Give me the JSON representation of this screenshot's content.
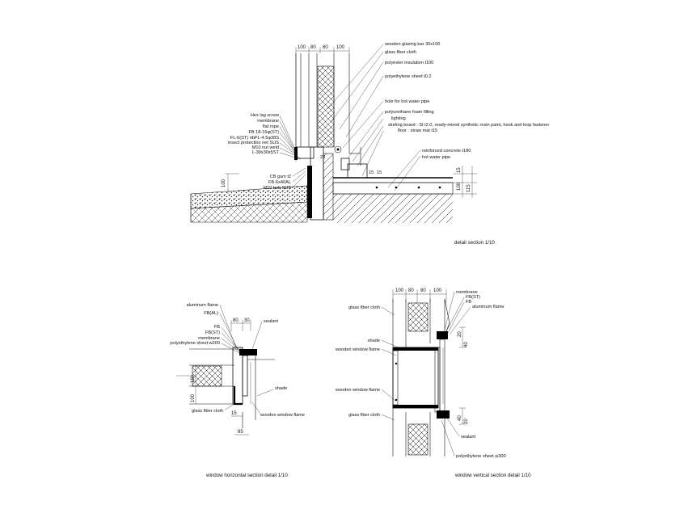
{
  "detail_section": {
    "caption": "detail section 1/10",
    "dims_top": [
      "100",
      "80",
      "80",
      "100"
    ],
    "dims_right": [
      "15",
      "100",
      "115"
    ],
    "dim_left": "100",
    "dims_small": [
      "20",
      "15",
      "15"
    ],
    "labels_right": [
      "wooden glazing bar 30x100",
      "glass fiber cloth",
      "polyester insulation t100",
      "polyethylene sheet t0.2",
      "hole for hot water pipe",
      "polyurethane foam filling",
      "lighting",
      "skirting board : St t2.0, ready-mixed synthetic resin paint, hook and loop fastener",
      "floor : straw mat t15",
      "reinforced concrete t180",
      "hot water pipe"
    ],
    "labels_left": [
      "Hex lag screw",
      "membrane",
      "flat rope",
      "FB 18-16φ(ST)",
      "FL-6(ST) ribPL-4.5φ38S",
      "insect protection net SUS",
      "M10 nut weld",
      "L-30x30x5ST"
    ],
    "labels_lower": [
      "CB gum t2",
      "FB-6x40AL",
      "M10 bolt SUS"
    ]
  },
  "horizontal_section": {
    "caption": "window horizontal section detail 1/10",
    "labels_left": [
      "aluminum flame",
      "FB(AL)",
      "FB",
      "FB(ST)",
      "membrane",
      "polyethylene sheet w200"
    ],
    "labels_right": [
      "sealant",
      "shade"
    ],
    "labels_bottom": [
      "glass fiber cloth",
      "wooden window flame"
    ],
    "dims_top": [
      "80",
      "30"
    ],
    "dims_left": [
      "100",
      "100"
    ],
    "dims_bottom": [
      "15",
      "85"
    ]
  },
  "vertical_section": {
    "caption": "window vertical section detail 1/10",
    "dims_top": [
      "100",
      "80",
      "80",
      "100"
    ],
    "labels_left": [
      "glass fiber cloth",
      "shade",
      "wooden window flame",
      "wooden window flame",
      "glass fiber cloth"
    ],
    "labels_right": [
      "membrane",
      "FB(ST)",
      "FB",
      "aluminum flame",
      "sealant",
      "polyethylene sheet w300"
    ],
    "dims_right": [
      "20",
      "40",
      "40",
      "20"
    ]
  },
  "colors": {
    "line": "#111111",
    "background": "#ffffff"
  }
}
